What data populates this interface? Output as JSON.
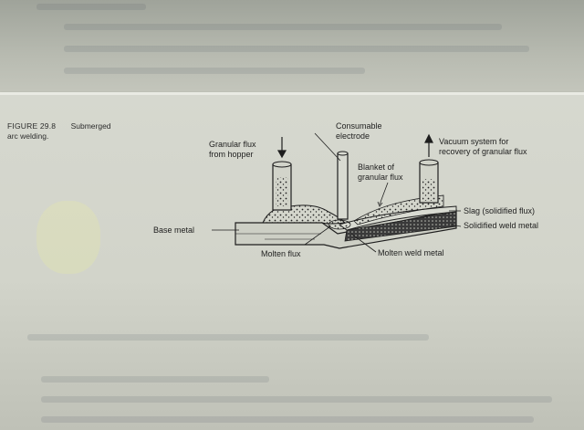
{
  "figure": {
    "number": "FIGURE 29.8",
    "title_line1": "Submerged",
    "title_line2": "arc welding."
  },
  "labels": {
    "consumable_electrode_1": "Consumable",
    "consumable_electrode_2": "electrode",
    "granular_flux_1": "Granular flux",
    "granular_flux_2": "from hopper",
    "vacuum_1": "Vacuum system for",
    "vacuum_2": "recovery of granular flux",
    "blanket_1": "Blanket of",
    "blanket_2": "granular flux",
    "slag": "Slag (solidified flux)",
    "solidified_weld": "Solidified weld metal",
    "base_metal": "Base metal",
    "molten_flux": "Molten flux",
    "molten_weld": "Molten weld metal"
  },
  "colors": {
    "ink": "#1e1e1e",
    "paper": "#d4d6cc"
  }
}
